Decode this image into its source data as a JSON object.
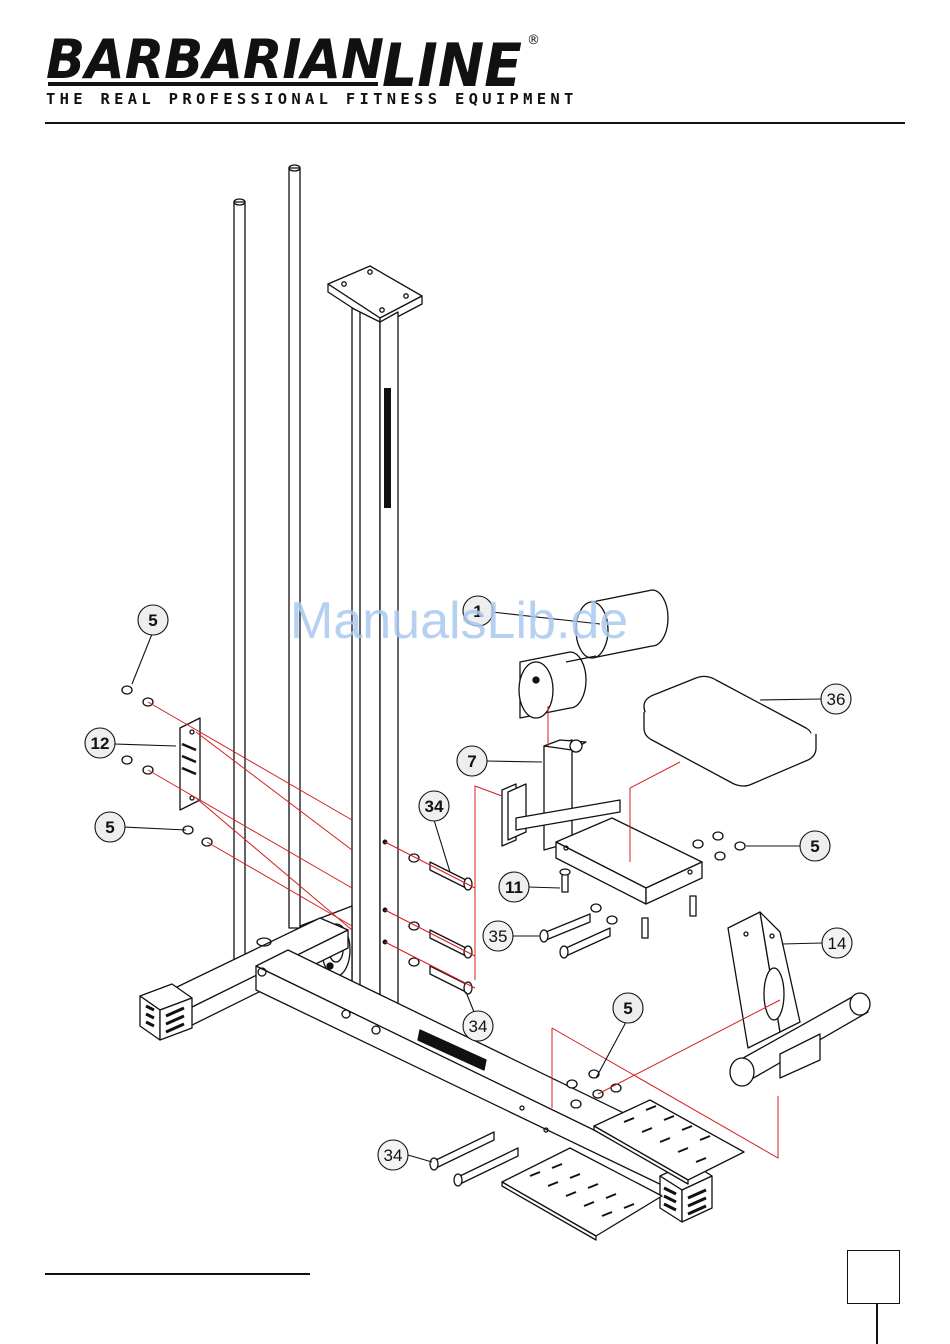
{
  "header": {
    "brand_left": "BARBARIAN",
    "brand_right": "LINE",
    "registered": "®",
    "tagline": "THE REAL PROFESSIONAL FITNESS EQUIPMENT"
  },
  "watermark": "ManualsLib.de",
  "callouts": [
    {
      "id": "c5a",
      "label": "5"
    },
    {
      "id": "c12",
      "label": "12"
    },
    {
      "id": "c5b",
      "label": "5"
    },
    {
      "id": "c1",
      "label": "1"
    },
    {
      "id": "c36",
      "label": "36"
    },
    {
      "id": "c7",
      "label": "7"
    },
    {
      "id": "c34a",
      "label": "34"
    },
    {
      "id": "c5c",
      "label": "5"
    },
    {
      "id": "c11",
      "label": "11"
    },
    {
      "id": "c35",
      "label": "35"
    },
    {
      "id": "c14",
      "label": "14"
    },
    {
      "id": "c34b",
      "label": "34"
    },
    {
      "id": "c5d",
      "label": "5"
    },
    {
      "id": "c34c",
      "label": "34"
    }
  ],
  "colors": {
    "line": "#111111",
    "guide": "#d42020",
    "watermark": "#a9c8ee"
  }
}
